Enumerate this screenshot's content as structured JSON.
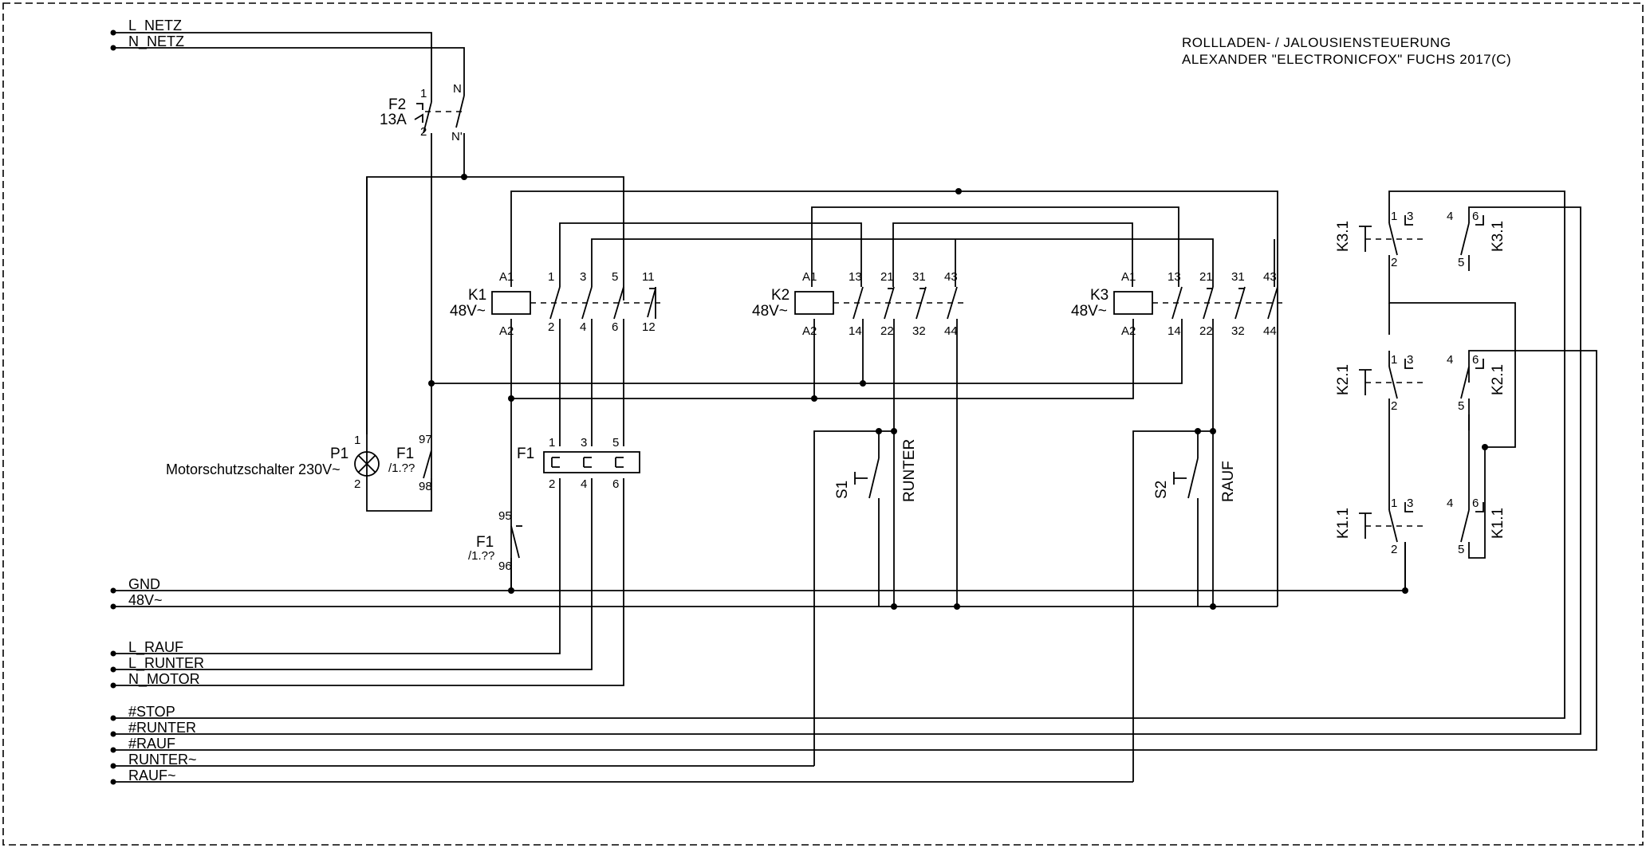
{
  "title": {
    "line1": "ROLLLADEN- / JALOUSIENSTEUERUNG",
    "line2": "ALEXANDER \"ELECTRONICFOX\" FUCHS 2017(C)"
  },
  "bus_labels": {
    "l_netz": "L_NETZ",
    "n_netz": "N_NETZ",
    "gnd": "GND",
    "v48": "48V~",
    "l_rauf": "L_RAUF",
    "l_runter": "L_RUNTER",
    "n_motor": "N_MOTOR",
    "stop": "#STOP",
    "runter_n": "#RUNTER",
    "rauf_n": "#RAUF",
    "runter_ac": "RUNTER~",
    "rauf_ac": "RAUF~"
  },
  "components": {
    "f2": {
      "name": "F2",
      "rating": "13A",
      "pins": [
        "1",
        "2",
        "N",
        "N'"
      ]
    },
    "p1": {
      "name": "P1",
      "desc": "Motorschutzschalter 230V~",
      "pins": [
        "1",
        "2"
      ]
    },
    "f1_aux": {
      "name": "F1",
      "ref": "/1.??",
      "pins": [
        "97",
        "98"
      ]
    },
    "f1_aux2": {
      "name": "F1",
      "ref": "/1.??",
      "pins": [
        "95",
        "96"
      ]
    },
    "f1_main": {
      "name": "F1",
      "pins_top": [
        "1",
        "3",
        "5"
      ],
      "pins_bottom": [
        "2",
        "4",
        "6"
      ]
    },
    "k1": {
      "name": "K1",
      "voltage": "48V~",
      "coil_pins": [
        "A1",
        "A2"
      ],
      "pins_top": [
        "1",
        "3",
        "5",
        "11"
      ],
      "pins_bottom": [
        "2",
        "4",
        "6",
        "12"
      ]
    },
    "k2": {
      "name": "K2",
      "voltage": "48V~",
      "coil_pins": [
        "A1",
        "A2"
      ],
      "pins_top": [
        "13",
        "21",
        "31",
        "43"
      ],
      "pins_bottom": [
        "14",
        "22",
        "32",
        "44"
      ]
    },
    "k3": {
      "name": "K3",
      "voltage": "48V~",
      "coil_pins": [
        "A1",
        "A2"
      ],
      "pins_top": [
        "13",
        "21",
        "31",
        "43"
      ],
      "pins_bottom": [
        "14",
        "22",
        "32",
        "44"
      ]
    },
    "s1": {
      "name": "S1",
      "label": "RUNTER"
    },
    "s2": {
      "name": "S2",
      "label": "RAUF"
    },
    "k3_1": {
      "name": "K3.1"
    },
    "k2_1": {
      "name": "K2.1"
    },
    "k1_1": {
      "name": "K1.1"
    },
    "relay_pins": {
      "p1": "1",
      "p2": "2",
      "p3": "3",
      "p4": "4",
      "p5": "5",
      "p6": "6"
    }
  }
}
